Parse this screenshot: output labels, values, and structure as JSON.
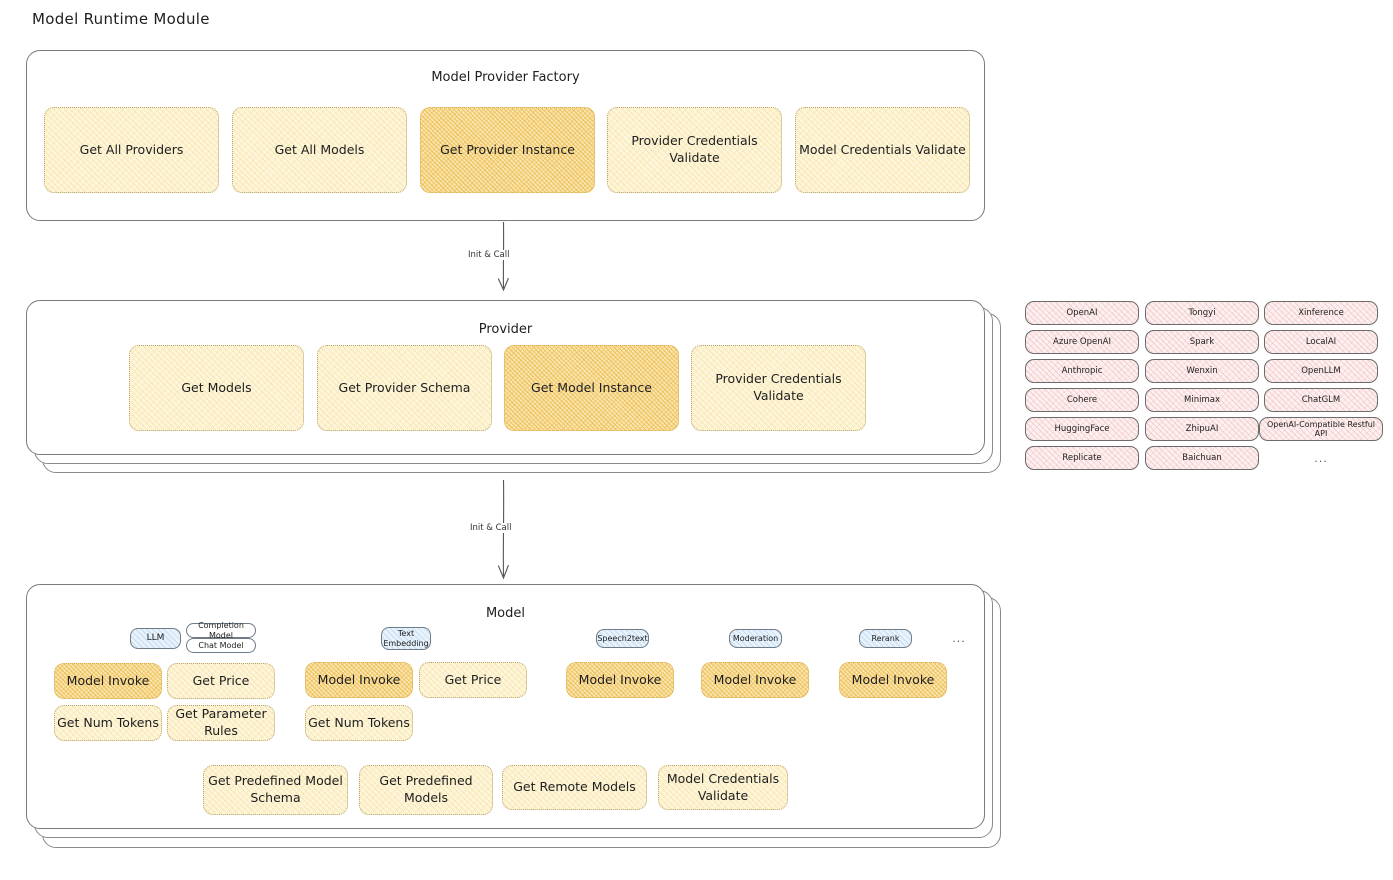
{
  "page": {
    "title": "Model Runtime Module",
    "accent_yellow": "#fdf6dd",
    "accent_yellow_strong": "#fbe7b4",
    "accent_pink": "#fdf0f0",
    "accent_blue": "#e8f2fb",
    "stroke": "#1e1e1e"
  },
  "factory": {
    "title": "Model Provider Factory",
    "nodes": [
      {
        "label": "Get All Providers",
        "highlighted": false
      },
      {
        "label": "Get All Models",
        "highlighted": false
      },
      {
        "label": "Get Provider Instance",
        "highlighted": true
      },
      {
        "label": "Provider Credentials Validate",
        "highlighted": false
      },
      {
        "label": "Model Credentials Validate",
        "highlighted": false
      }
    ]
  },
  "arrows": [
    {
      "label": "Init & Call",
      "direction": "down"
    },
    {
      "label": "Init & Call",
      "direction": "down"
    }
  ],
  "provider": {
    "title": "Provider",
    "nodes": [
      {
        "label": "Get Models",
        "highlighted": false
      },
      {
        "label": "Get Provider Schema",
        "highlighted": false
      },
      {
        "label": "Get Model Instance",
        "highlighted": true
      },
      {
        "label": "Provider Credentials Validate",
        "highlighted": false
      }
    ]
  },
  "provider_list": {
    "columns": [
      {
        "items": [
          "OpenAI",
          "Azure OpenAI",
          "Anthropic",
          "Cohere",
          "HuggingFace",
          "Replicate"
        ]
      },
      {
        "items": [
          "Tongyi",
          "Spark",
          "Wenxin",
          "Minimax",
          "ZhipuAI",
          "Baichuan"
        ]
      },
      {
        "items": [
          "Xinference",
          "LocalAI",
          "OpenLLM",
          "ChatGLM",
          "OpenAI-Compatible Restful API"
        ]
      }
    ],
    "more": "..."
  },
  "model": {
    "title": "Model",
    "more_badge": "...",
    "groups": [
      {
        "badge": "LLM",
        "sub_badges": [
          "Completion Model",
          "Chat Model"
        ],
        "nodes": [
          {
            "label": "Model Invoke",
            "highlighted": true
          },
          {
            "label": "Get Price",
            "highlighted": false
          },
          {
            "label": "Get Num Tokens",
            "highlighted": false
          },
          {
            "label": "Get Parameter Rules",
            "highlighted": false
          }
        ]
      },
      {
        "badge": "Text Embedding",
        "sub_badges": [],
        "nodes": [
          {
            "label": "Model Invoke",
            "highlighted": true
          },
          {
            "label": "Get Price",
            "highlighted": false
          },
          {
            "label": "Get Num Tokens",
            "highlighted": false
          }
        ]
      },
      {
        "badge": "Speech2text",
        "sub_badges": [],
        "nodes": [
          {
            "label": "Model Invoke",
            "highlighted": true
          }
        ]
      },
      {
        "badge": "Moderation",
        "sub_badges": [],
        "nodes": [
          {
            "label": "Model Invoke",
            "highlighted": true
          }
        ]
      },
      {
        "badge": "Rerank",
        "sub_badges": [],
        "nodes": [
          {
            "label": "Model Invoke",
            "highlighted": true
          }
        ]
      }
    ],
    "common_nodes": [
      {
        "label": "Get Predefined Model Schema"
      },
      {
        "label": "Get Predefined Models"
      },
      {
        "label": "Get Remote Models"
      },
      {
        "label": "Model Credentials Validate"
      }
    ]
  }
}
